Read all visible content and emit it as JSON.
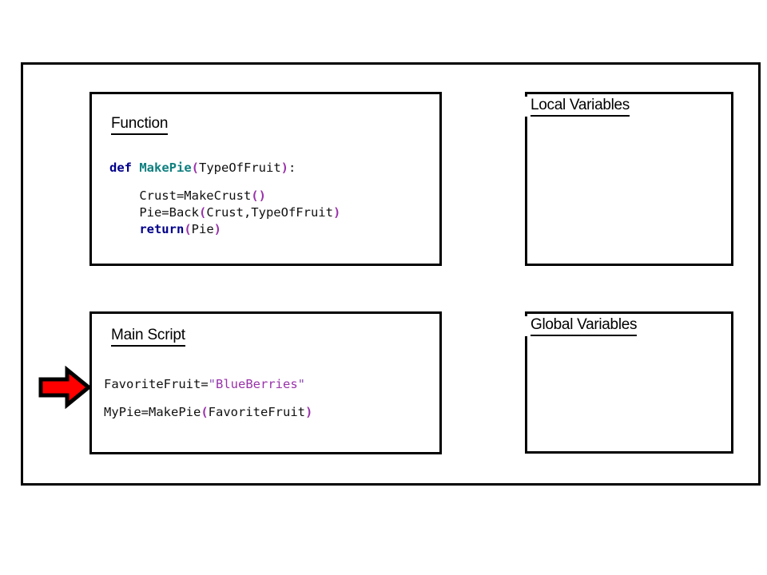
{
  "diagram": {
    "type": "flow-annotation",
    "title": "Python function scope / call diagram",
    "colors": {
      "frame": "#000000",
      "keyword": "#00008B",
      "function_name": "#0F7F7F",
      "paren": "#9933AA",
      "string": "#9933AA",
      "arrow_fill": "#FF0000",
      "arrow_outline": "#000000",
      "background": "#FFFFFF"
    }
  },
  "panels": {
    "function": {
      "title": "Function",
      "code_lines": [
        {
          "tokens": [
            {
              "text": "def ",
              "style": "kw"
            },
            {
              "text": "MakePie",
              "style": "fn"
            },
            {
              "text": "(",
              "style": "paren"
            },
            {
              "text": "TypeOfFruit",
              "style": "plain"
            },
            {
              "text": ")",
              "style": "paren"
            },
            {
              "text": ":",
              "style": "plain"
            }
          ]
        },
        {
          "blank": true
        },
        {
          "indent": true,
          "tokens": [
            {
              "text": "Crust=MakeCrust",
              "style": "plain"
            },
            {
              "text": "()",
              "style": "paren"
            }
          ]
        },
        {
          "indent": true,
          "tokens": [
            {
              "text": "Pie=Back",
              "style": "plain"
            },
            {
              "text": "(",
              "style": "paren"
            },
            {
              "text": "Crust,TypeOfFruit",
              "style": "plain"
            },
            {
              "text": ")",
              "style": "paren"
            }
          ]
        },
        {
          "indent": true,
          "tokens": [
            {
              "text": "return",
              "style": "kw"
            },
            {
              "text": "(",
              "style": "paren"
            },
            {
              "text": "Pie",
              "style": "plain"
            },
            {
              "text": ")",
              "style": "paren"
            }
          ]
        }
      ],
      "plain_text": "def MakePie(TypeOfFruit):\n\n    Crust=MakeCrust()\n    Pie=Back(Crust,TypeOfFruit)\n    return(Pie)"
    },
    "main_script": {
      "title": "Main Script",
      "code_lines": [
        {
          "tokens": [
            {
              "text": "FavoriteFruit=",
              "style": "plain"
            },
            {
              "text": "\"",
              "style": "quot"
            },
            {
              "text": "BlueBerries",
              "style": "str"
            },
            {
              "text": "\"",
              "style": "quot"
            }
          ]
        },
        {
          "blank": true
        },
        {
          "tokens": [
            {
              "text": "MyPie=MakePie",
              "style": "plain"
            },
            {
              "text": "(",
              "style": "paren"
            },
            {
              "text": "FavoriteFruit",
              "style": "plain"
            },
            {
              "text": ")",
              "style": "paren"
            }
          ]
        }
      ],
      "plain_text": "FavoriteFruit=\"BlueBerries\"\n\nMyPie=MakePie(FavoriteFruit)"
    },
    "local_variables": {
      "title": "Local Variables",
      "entries": []
    },
    "global_variables": {
      "title": "Global Variables",
      "entries": []
    }
  },
  "annotations": {
    "execution_pointer": {
      "icon": "right-arrow-icon",
      "color": "#FF0000",
      "points_to": "FavoriteFruit=\"BlueBerries\""
    }
  }
}
